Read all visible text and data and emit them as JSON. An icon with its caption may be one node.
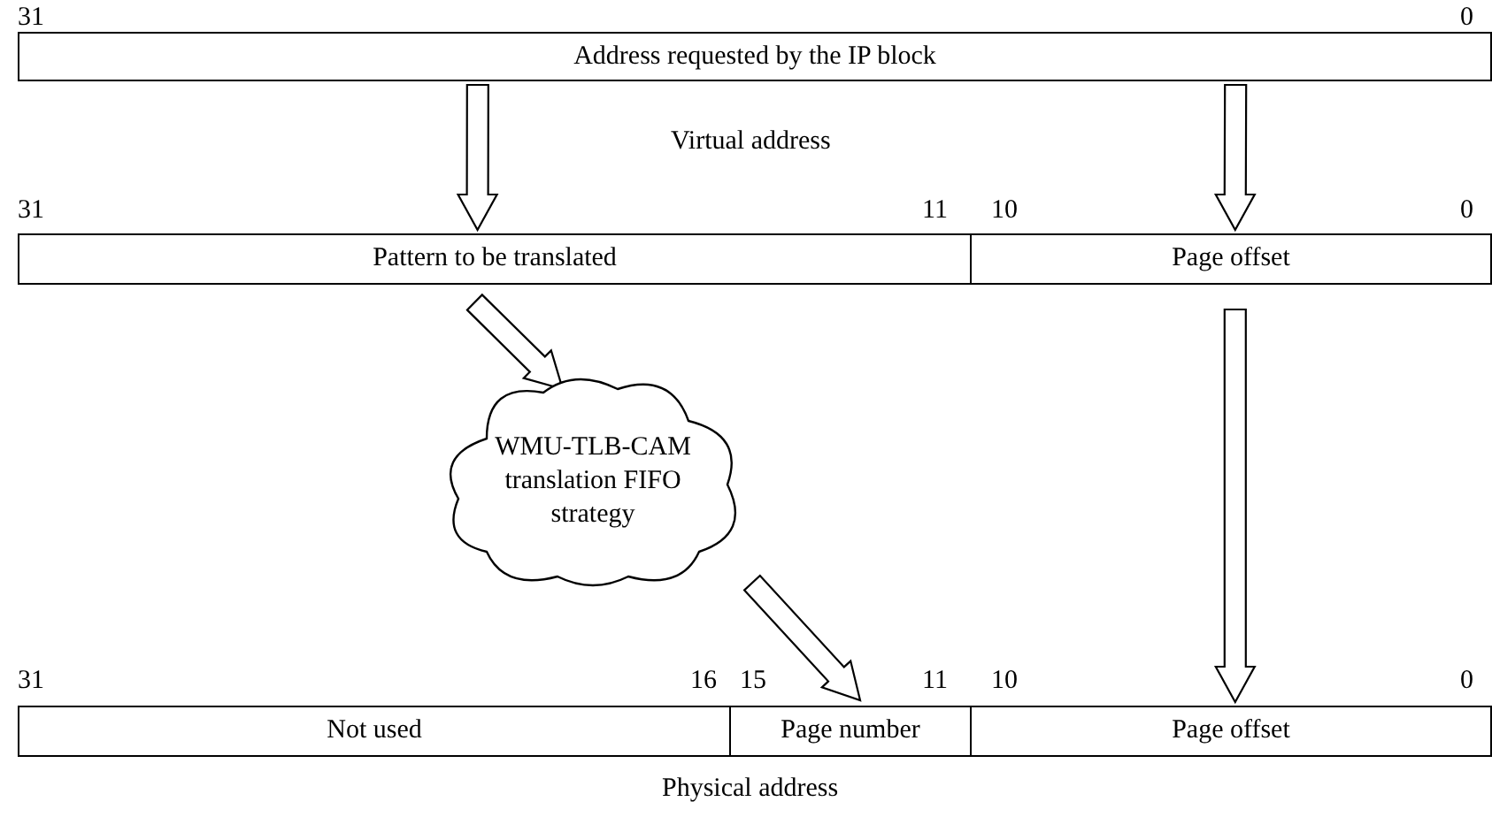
{
  "diagram": {
    "nodes": [
      {
        "text": [
          "Address requested by the IP block"
        ]
      },
      {
        "text": [
          "Pattern to be translated"
        ]
      },
      {
        "text": [
          "Page offset"
        ]
      },
      {
        "text": [
          "WMU-TLB-CAM translation FIFO strategy"
        ]
      },
      {
        "text": [
          "Not used"
        ]
      },
      {
        "text": [
          "Page number"
        ]
      },
      {
        "text": [
          "Page offset"
        ]
      }
    ],
    "edges": [
      {
        "from": 0,
        "to": 1,
        "arrow": "to"
      },
      {
        "from": 0,
        "to": 2,
        "arrow": "to"
      },
      {
        "from": 1,
        "to": 3,
        "arrow": "to"
      },
      {
        "from": 3,
        "to": 5,
        "arrow": "to"
      },
      {
        "from": 2,
        "to": 6,
        "arrow": "to"
      }
    ],
    "labels": [
      "31",
      "0",
      "Virtual address",
      "31",
      "11",
      "10",
      "0",
      "31",
      "16",
      "15",
      "11",
      "10",
      "0",
      "Physical address"
    ]
  }
}
